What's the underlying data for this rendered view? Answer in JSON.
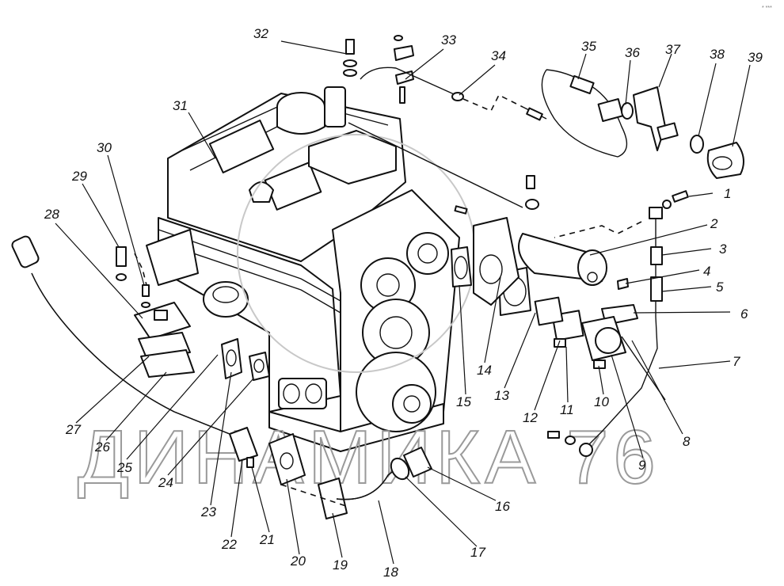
{
  "watermark": "ДИНАМИКА 76",
  "corner_mark": "* ***",
  "callouts": [
    "1",
    "2",
    "3",
    "4",
    "5",
    "6",
    "7",
    "8",
    "9",
    "10",
    "11",
    "12",
    "13",
    "14",
    "15",
    "16",
    "17",
    "18",
    "19",
    "20",
    "21",
    "22",
    "23",
    "24",
    "25",
    "26",
    "27",
    "28",
    "29",
    "30",
    "31",
    "32",
    "33",
    "34",
    "35",
    "36",
    "37",
    "38",
    "39"
  ]
}
